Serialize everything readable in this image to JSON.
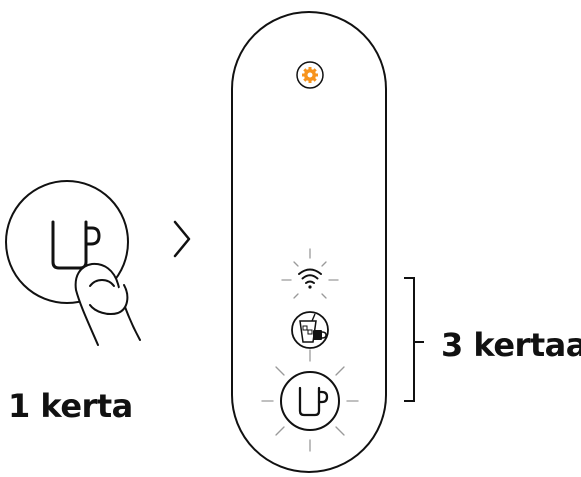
{
  "instructions": {
    "step_one_label": "1 kerta",
    "step_two_label": "3 kertaa"
  },
  "device_panel": {
    "buttons": [
      {
        "name": "settings-button",
        "icon": "gear-icon",
        "accent_color": "#f7941d"
      },
      {
        "name": "wifi-button",
        "icon": "wifi-icon",
        "highlighted": true
      },
      {
        "name": "iced-drink-button",
        "icon": "iced-drink-icon",
        "highlighted": false
      },
      {
        "name": "brew-button",
        "icon": "cup-icon",
        "highlighted": true
      }
    ]
  },
  "colors": {
    "line": "#111111",
    "glow": "#9a9a9a",
    "accent": "#f7941d"
  }
}
